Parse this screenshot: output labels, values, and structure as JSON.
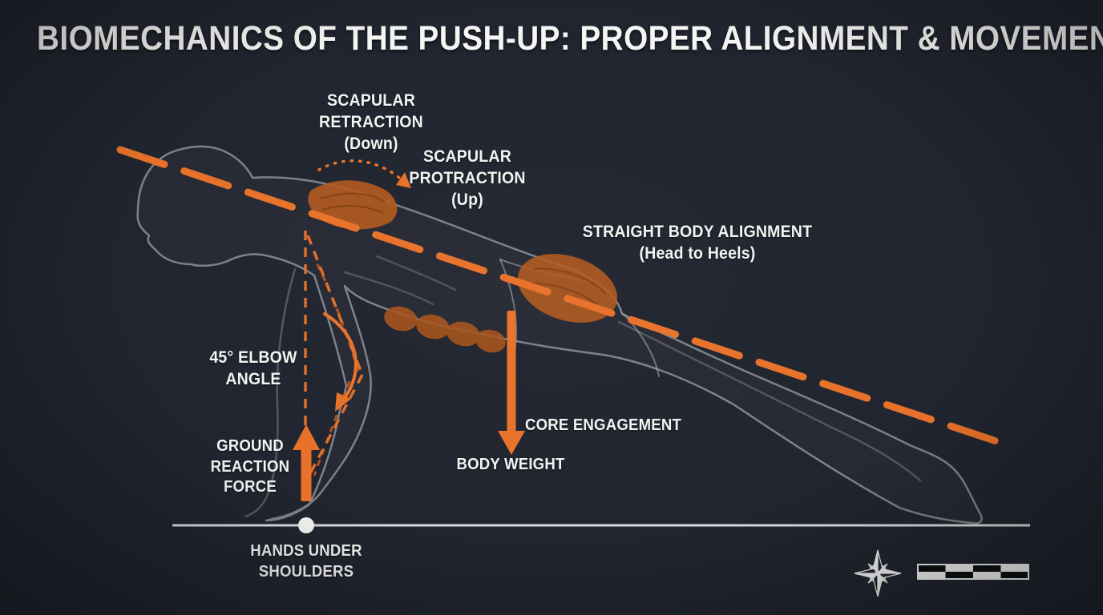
{
  "title": "BIOMECHANICS OF THE PUSH-UP: PROPER ALIGNMENT & MOVEMENT",
  "annotations": {
    "scapular_retraction": "SCAPULAR\nRETRACTION\n(Down)",
    "scapular_protraction": "SCAPULAR\nPROTRACTION\n(Up)",
    "straight_body_alignment": "STRAIGHT BODY ALIGNMENT\n(Head to Heels)",
    "elbow_angle": "45° ELBOW\nANGLE",
    "ground_reaction_force": "GROUND\nREACTION\nFORCE",
    "core_engagement": "CORE ENGAGEMENT",
    "body_weight": "BODY WEIGHT",
    "hands_under_shoulders": "HANDS UNDER\nSHOULDERS"
  },
  "icons": {
    "compass": "compass-rose",
    "scale_bar": "map-scale-bar"
  },
  "colors": {
    "background": "#21252f",
    "accent_orange": "#e8722a",
    "muscle_orange": "#b35a1e",
    "text_white": "#f2f3f2",
    "silhouette_outline": "#c7ccd4",
    "ground_line": "#e8eaec"
  }
}
